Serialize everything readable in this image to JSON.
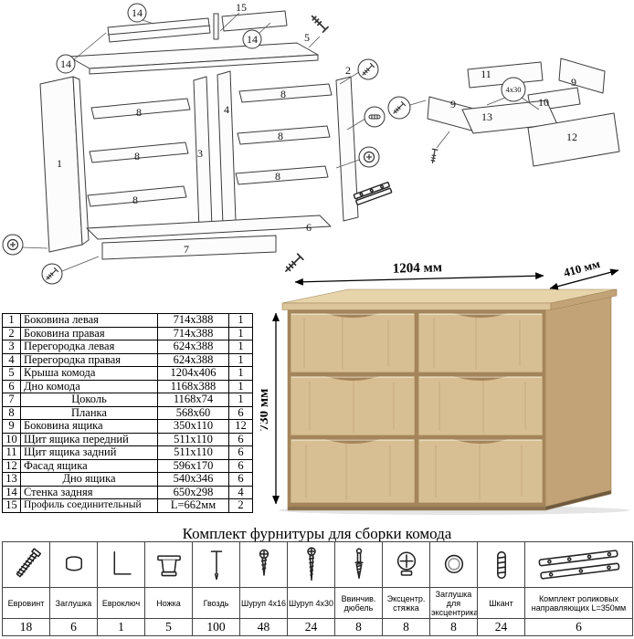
{
  "parts_table": {
    "rows": [
      {
        "num": "1",
        "name": "Боковина левая",
        "size": "714x388",
        "qty": "1"
      },
      {
        "num": "2",
        "name": "Боковина правая",
        "size": "714x388",
        "qty": "1"
      },
      {
        "num": "3",
        "name": "Перегородка левая",
        "size": "624x388",
        "qty": "1"
      },
      {
        "num": "4",
        "name": "Перегородка правая",
        "size": "624x388",
        "qty": "1"
      },
      {
        "num": "5",
        "name": "Крыша комода",
        "size": "1204x406",
        "qty": "1"
      },
      {
        "num": "6",
        "name": "Дно комода",
        "size": "1168x388",
        "qty": "1"
      },
      {
        "num": "7",
        "name": "Цоколь",
        "size": "1168x74",
        "qty": "1"
      },
      {
        "num": "8",
        "name": "Планка",
        "size": "568x60",
        "qty": "6"
      },
      {
        "num": "9",
        "name": "Боковина ящика",
        "size": "350x110",
        "qty": "12"
      },
      {
        "num": "10",
        "name": "Щит ящика передний",
        "size": "511x110",
        "qty": "6"
      },
      {
        "num": "11",
        "name": "Щит ящика задний",
        "size": "511x110",
        "qty": "6"
      },
      {
        "num": "12",
        "name": "Фасад ящика",
        "size": "596x170",
        "qty": "6"
      },
      {
        "num": "13",
        "name": "Дно ящика",
        "size": "540x346",
        "qty": "6"
      },
      {
        "num": "14",
        "name": "Стенка задняя",
        "size": "650x298",
        "qty": "4"
      },
      {
        "num": "15",
        "name": "Профиль соединительный",
        "size": "L=662мм",
        "qty": "2"
      }
    ]
  },
  "diagram_main": {
    "n1": "1",
    "n2": "2",
    "n3": "3",
    "n4": "4",
    "n5": "5",
    "n6": "6",
    "n7": "7",
    "n8": "8",
    "n14": "14",
    "n15": "15"
  },
  "diagram_drawer": {
    "n9": "9",
    "n10": "10",
    "n11": "11",
    "n12": "12",
    "n13": "13",
    "screws": "4x30"
  },
  "product": {
    "width_label": "1204 мм",
    "depth_label": "410 мм",
    "height_label": "730 мм"
  },
  "hardware": {
    "title": "Комплект фурнитуры для сборки комода",
    "items": [
      {
        "icon": "euroscrew-icon",
        "name": "Евровинт",
        "qty": "18"
      },
      {
        "icon": "plug-cap-icon",
        "name": "Заглушка",
        "qty": "6"
      },
      {
        "icon": "hex-key-icon",
        "name": "Евроключ",
        "qty": "1"
      },
      {
        "icon": "leg-icon",
        "name": "Ножка",
        "qty": "5"
      },
      {
        "icon": "nail-icon",
        "name": "Гвоздь",
        "qty": "100"
      },
      {
        "icon": "screw-icon",
        "name": "Шуруп 4x16",
        "qty": "48"
      },
      {
        "icon": "screw-long-icon",
        "name": "Шуруп 4x30",
        "qty": "24"
      },
      {
        "icon": "dowel-screw-icon",
        "name": "Ввинчив. дюбель",
        "qty": "8"
      },
      {
        "icon": "cam-lock-icon",
        "name": "Эксцентр. стяжка",
        "qty": "8"
      },
      {
        "icon": "cam-cover-icon",
        "name": "Заглушка для эксцентрика",
        "qty": "8"
      },
      {
        "icon": "wood-dowel-icon",
        "name": "Шкант",
        "qty": "24"
      },
      {
        "icon": "drawer-slides-icon",
        "name": "Комплект роликовых направляющих L=350мм",
        "qty": "6"
      }
    ]
  },
  "colors": {
    "wood": "#d8bf93",
    "wood_light": "#e7d4ab",
    "wood_side": "#c2a377",
    "wood_gap": "#a5855c",
    "wood_top_edge": "#dcc49b"
  }
}
